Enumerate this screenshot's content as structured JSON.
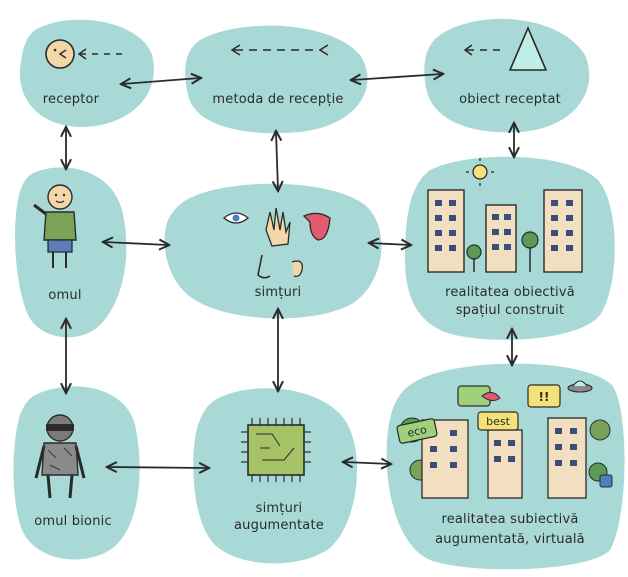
{
  "nodes": {
    "receptor": "receptor",
    "metoda": "metoda de recepție",
    "obiect": "obiect receptat",
    "omul": "omul",
    "simturi": "simțuri",
    "realitate_obiectiva_line1": "realitatea obiectivă",
    "realitate_obiectiva_line2": "spațiul construit",
    "omul_bionic": "omul bionic",
    "simturi_aug_line1": "simțuri",
    "simturi_aug_line2": "augumentate",
    "realitate_subiectiva_line1": "realitatea subiectivă",
    "realitate_subiectiva_line2": "augumentată, virtuală"
  },
  "signs": {
    "eco": "eco",
    "best": "best",
    "exclaim": "!!"
  },
  "colors": {
    "blob": "#a9d9d6",
    "blob_stroke": "#8fc8c5",
    "ink": "#2b2b2b"
  }
}
